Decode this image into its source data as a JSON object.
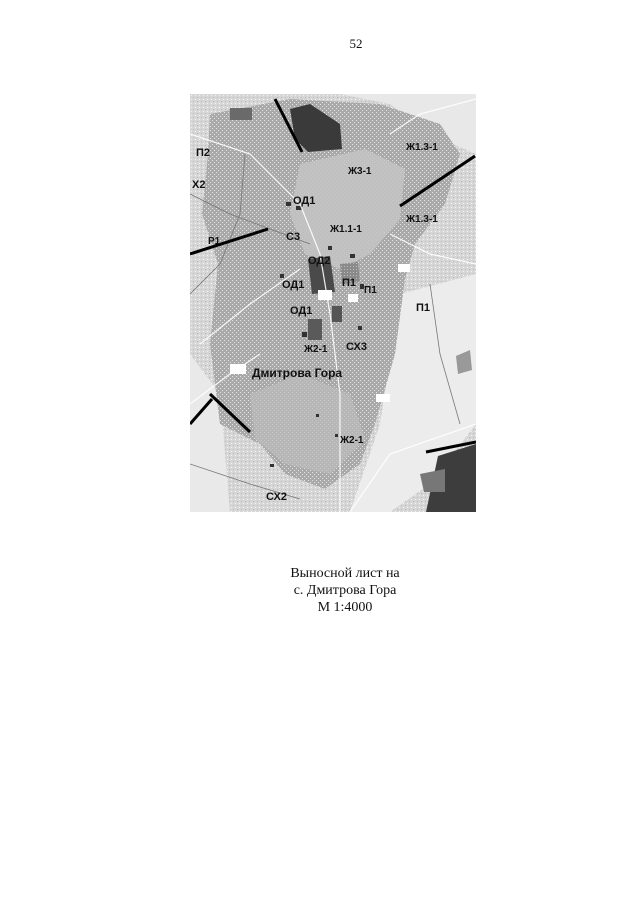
{
  "page_number": "52",
  "map": {
    "zones": [
      {
        "id": "p2",
        "text": "П2"
      },
      {
        "id": "x2",
        "text": "Х2"
      },
      {
        "id": "zh13_1_top",
        "text": "Ж1.3-1"
      },
      {
        "id": "zh3_1",
        "text": "Ж3-1"
      },
      {
        "id": "od1_a",
        "text": "ОД1"
      },
      {
        "id": "zh13_1_mid",
        "text": "Ж1.3-1"
      },
      {
        "id": "zh11_1",
        "text": "Ж1.1-1"
      },
      {
        "id": "p1_left",
        "text": "Р1"
      },
      {
        "id": "s3",
        "text": "С3"
      },
      {
        "id": "od2",
        "text": "ОД2"
      },
      {
        "id": "od1_b",
        "text": "ОД1"
      },
      {
        "id": "p1_a",
        "text": "П1"
      },
      {
        "id": "p1_b",
        "text": "П1"
      },
      {
        "id": "od1_c",
        "text": "ОД1"
      },
      {
        "id": "p1_right",
        "text": "П1"
      },
      {
        "id": "zh2_1_a",
        "text": "Ж2-1"
      },
      {
        "id": "sx3",
        "text": "СХ3"
      },
      {
        "id": "zh2_1_b",
        "text": "Ж2-1"
      },
      {
        "id": "sx2",
        "text": "СХ2"
      }
    ],
    "settlement_name": "Дмитрова Гора"
  },
  "caption": {
    "line1": "Выносной лист на",
    "line2": "с. Дмитрова Гора",
    "line3": "М 1:4000"
  }
}
